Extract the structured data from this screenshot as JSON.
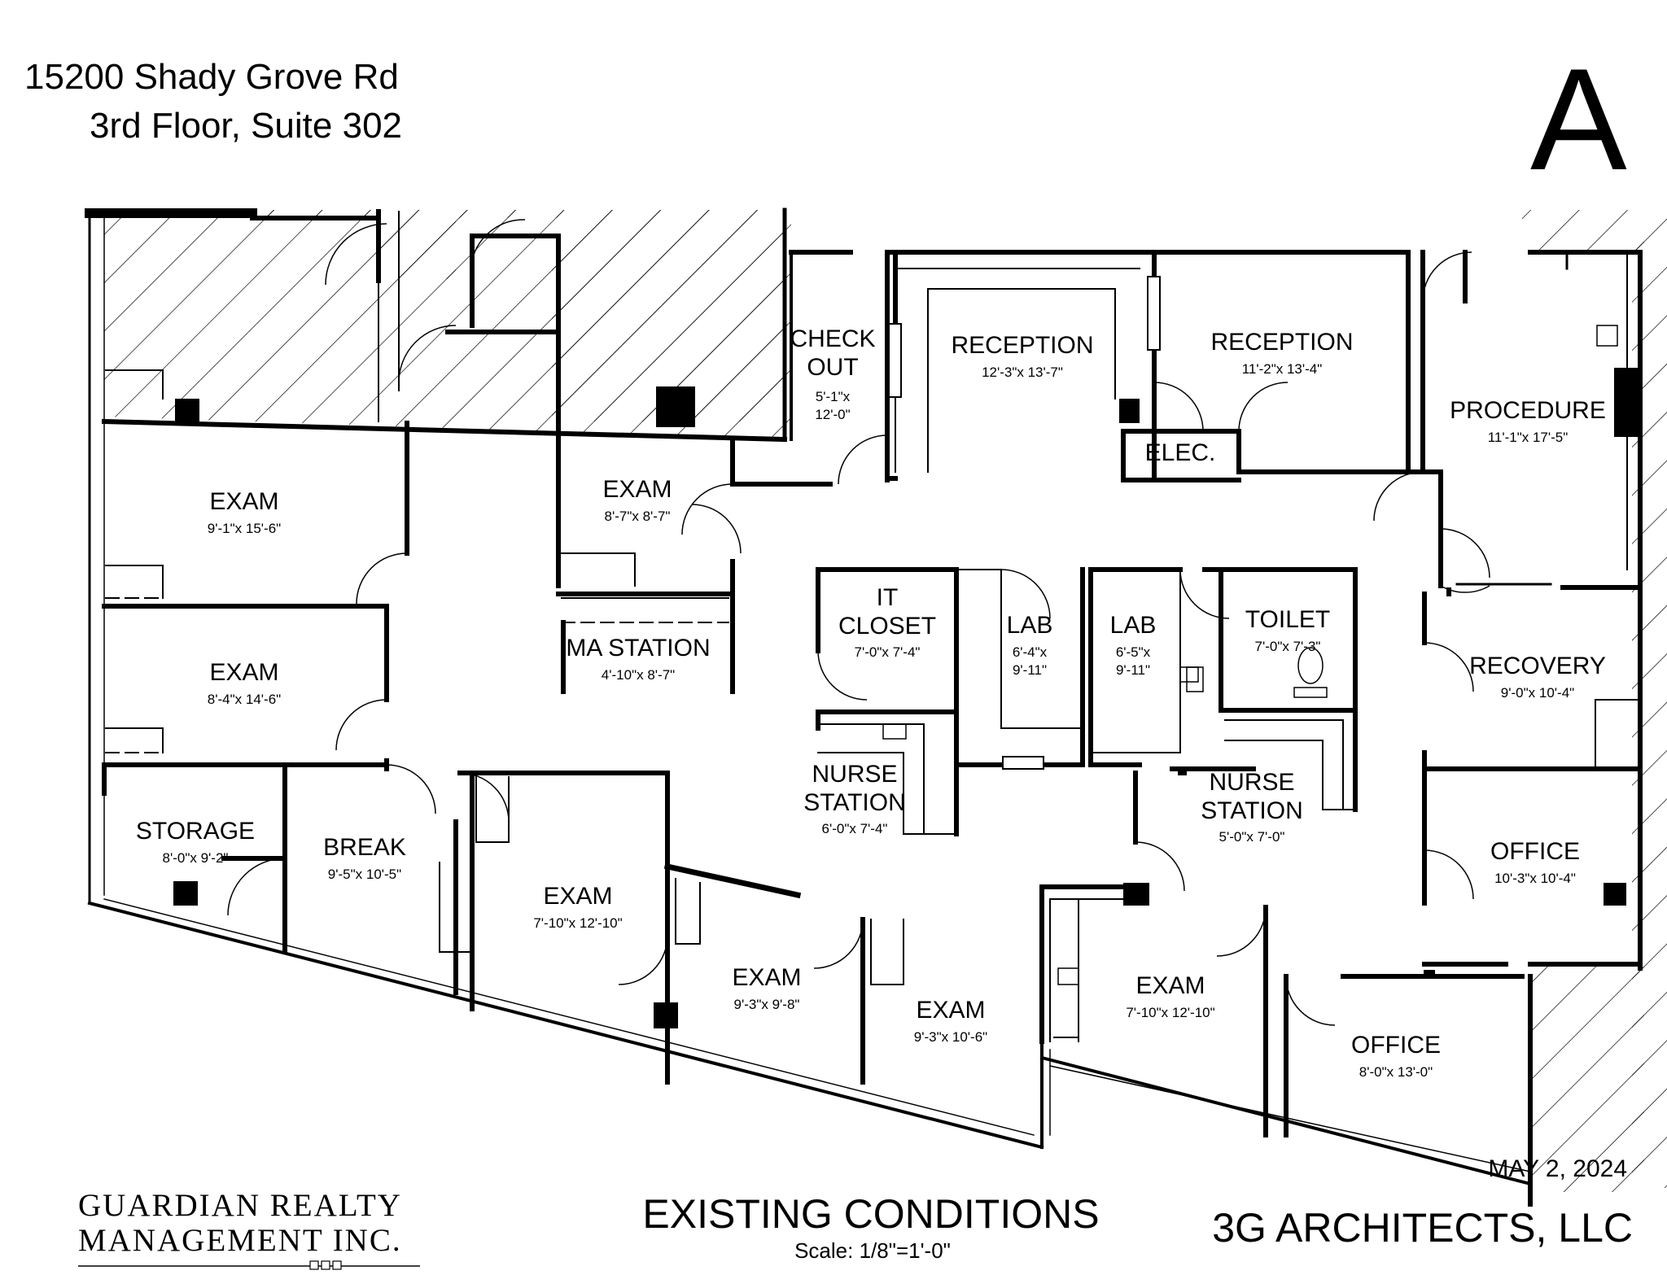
{
  "address": {
    "line1": "15200 Shady Grove Rd",
    "line2": "3rd Floor, Suite 302"
  },
  "sheet_letter": "A",
  "rooms": [
    {
      "id": "exam-1",
      "name": "EXAM",
      "dim": "9'-1\"x 15'-6\""
    },
    {
      "id": "exam-2",
      "name": "EXAM",
      "dim": "8'-4\"x 14'-6\""
    },
    {
      "id": "storage",
      "name": "STORAGE",
      "dim": "8'-0\"x 9'-2\""
    },
    {
      "id": "break",
      "name": "BREAK",
      "dim": "9'-5\"x 10'-5\""
    },
    {
      "id": "exam-3",
      "name": "EXAM",
      "dim": "8'-7\"x 8'-7\""
    },
    {
      "id": "ma-station",
      "name": "MA STATION",
      "dim": "4'-10\"x 8'-7\""
    },
    {
      "id": "check-out",
      "name": "CHECK\nOUT",
      "dim": "5'-1\"x\n12'-0\""
    },
    {
      "id": "reception-1",
      "name": "RECEPTION",
      "dim": "12'-3\"x 13'-7\""
    },
    {
      "id": "reception-2",
      "name": "RECEPTION",
      "dim": "11'-2\"x 13'-4\""
    },
    {
      "id": "elec",
      "name": "ELEC.",
      "dim": ""
    },
    {
      "id": "procedure",
      "name": "PROCEDURE",
      "dim": "11'-1\"x 17'-5\""
    },
    {
      "id": "it-closet",
      "name": "IT\nCLOSET",
      "dim": "7'-0\"x 7'-4\""
    },
    {
      "id": "lab-1",
      "name": "LAB",
      "dim": "6'-4\"x\n9'-11\""
    },
    {
      "id": "lab-2",
      "name": "LAB",
      "dim": "6'-5\"x\n9'-11\""
    },
    {
      "id": "toilet",
      "name": "TOILET",
      "dim": "7'-0\"x 7'-3\""
    },
    {
      "id": "recovery",
      "name": "RECOVERY",
      "dim": "9'-0\"x 10'-4\""
    },
    {
      "id": "nurse-station-1",
      "name": "NURSE\nSTATION",
      "dim": "6'-0\"x 7'-4\""
    },
    {
      "id": "nurse-station-2",
      "name": "NURSE\nSTATION",
      "dim": "5'-0\"x 7'-0\""
    },
    {
      "id": "office-1",
      "name": "OFFICE",
      "dim": "10'-3\"x 10'-4\""
    },
    {
      "id": "exam-4",
      "name": "EXAM",
      "dim": "7'-10\"x 12'-10\""
    },
    {
      "id": "exam-5",
      "name": "EXAM",
      "dim": "9'-3\"x 9'-8\""
    },
    {
      "id": "exam-6",
      "name": "EXAM",
      "dim": "9'-3\"x 10'-6\""
    },
    {
      "id": "exam-7",
      "name": "EXAM",
      "dim": "7'-10\"x 12'-10\""
    },
    {
      "id": "office-2",
      "name": "OFFICE",
      "dim": "8'-0\"x 13'-0\""
    }
  ],
  "footer": {
    "company_line1": "GUARDIAN REALTY",
    "company_line2": "MANAGEMENT  INC.",
    "title": "EXISTING CONDITIONS",
    "scale": "Scale: 1/8\"=1'-0\"",
    "date": "MAY 2, 2024",
    "architect": "3G ARCHITECTS, LLC"
  }
}
